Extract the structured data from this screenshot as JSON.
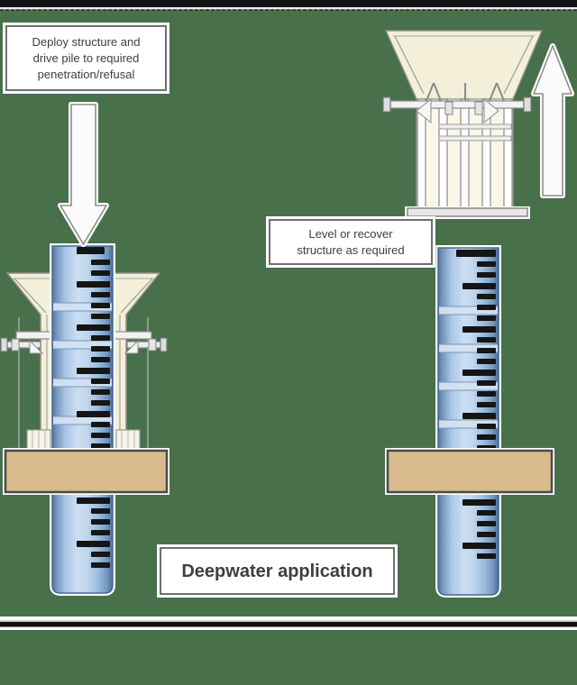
{
  "callouts": {
    "deploy": {
      "lines": [
        "Deploy structure and",
        "drive pile to required",
        "penetration/refusal"
      ]
    },
    "level": {
      "lines": [
        "Level or recover",
        "structure as required"
      ]
    },
    "caption": {
      "text": "Deepwater application"
    }
  },
  "icons": {
    "down_arrow": "arrow-down",
    "up_arrow": "arrow-up"
  },
  "diagram_colors": {
    "background": "#47704b",
    "pile_blue": "#a9c6e6",
    "pile_edge_blue": "#4c6d96",
    "seabed_tan": "#d9ba8d",
    "structure_cream": "#f3efd9",
    "tick_marks": "#151515",
    "callout_border": "#6f6f6f",
    "callout_text": "#3e3e3e",
    "border_bar": "#141414"
  }
}
